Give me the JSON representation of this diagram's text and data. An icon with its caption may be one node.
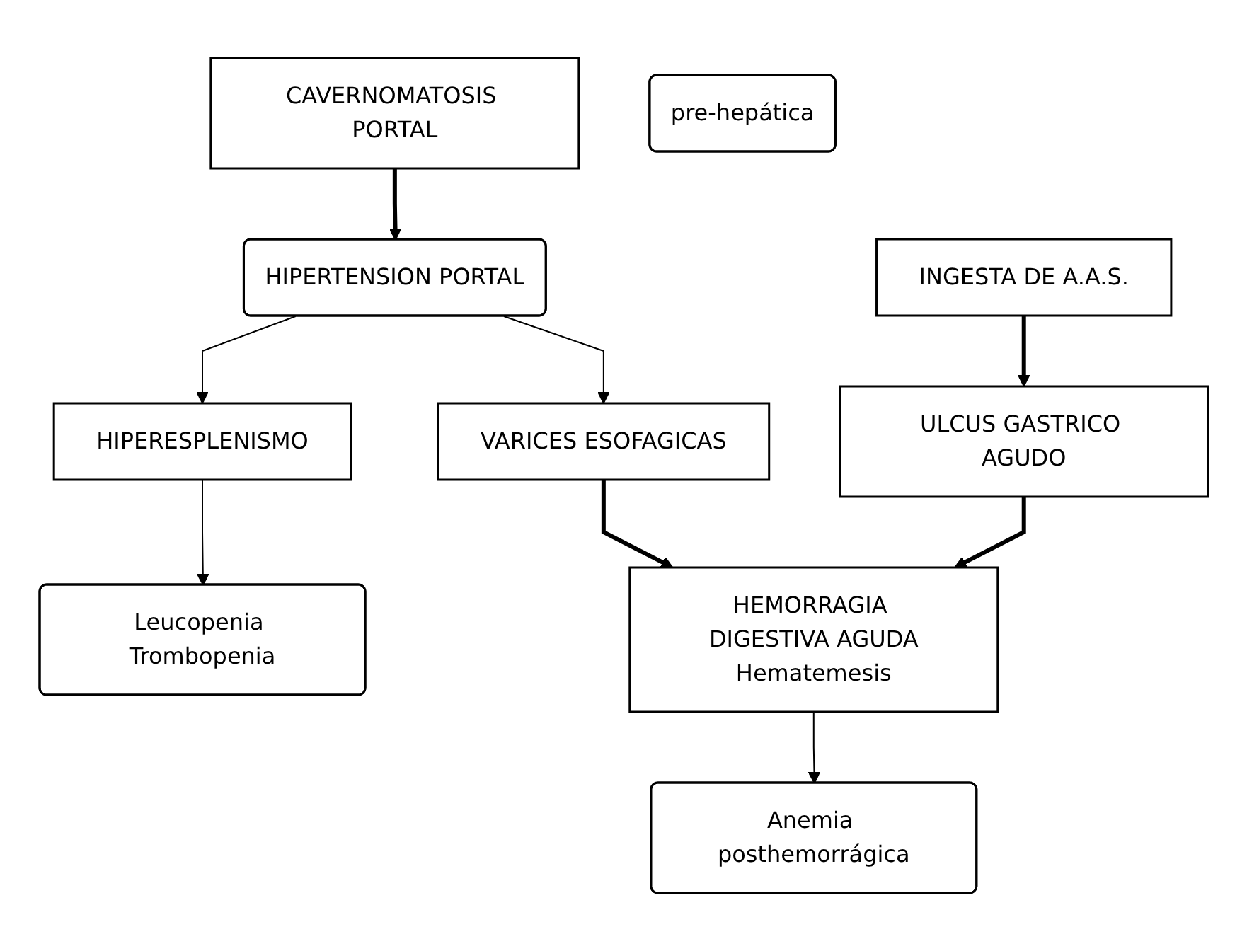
{
  "diagram": {
    "nodes": [
      {
        "text": [
          "CAVERNOMATOSIS PORTAL"
        ]
      },
      {
        "text": [
          "HIPERTENSION PORTAL"
        ]
      },
      {
        "text": [
          "pre-hepática"
        ]
      },
      {
        "text": [
          "HIPERESPLENISMO"
        ]
      },
      {
        "text": [
          "VARICES ESOFAGICAS"
        ]
      },
      {
        "text": [
          "Leucopenia Trombopenia"
        ]
      },
      {
        "text": [
          "HEMORRAGIA DIGESTIVA AGUDA",
          "Hematemesis"
        ]
      },
      {
        "text": [
          "Anemia posthemorrágica"
        ]
      },
      {
        "text": [
          "ULCUS GASTRICO AGUDO"
        ]
      },
      {
        "text": [
          "INGESTA DE A.A.S."
        ]
      }
    ],
    "edges": [
      {
        "from": 0,
        "to": 1,
        "arrow": "to",
        "style": "thick"
      },
      {
        "from": 1,
        "to": 3,
        "arrow": "to"
      },
      {
        "from": 1,
        "to": 4,
        "arrow": "to"
      },
      {
        "from": 3,
        "to": 5,
        "arrow": "to"
      },
      {
        "from": 4,
        "to": 6,
        "arrow": "to",
        "style": "thick"
      },
      {
        "from": 6,
        "to": 7,
        "arrow": "to"
      },
      {
        "from": 8,
        "to": 6,
        "arrow": "to",
        "style": "thick"
      },
      {
        "from": 9,
        "to": 8,
        "arrow": "to",
        "style": "thick"
      }
    ]
  }
}
